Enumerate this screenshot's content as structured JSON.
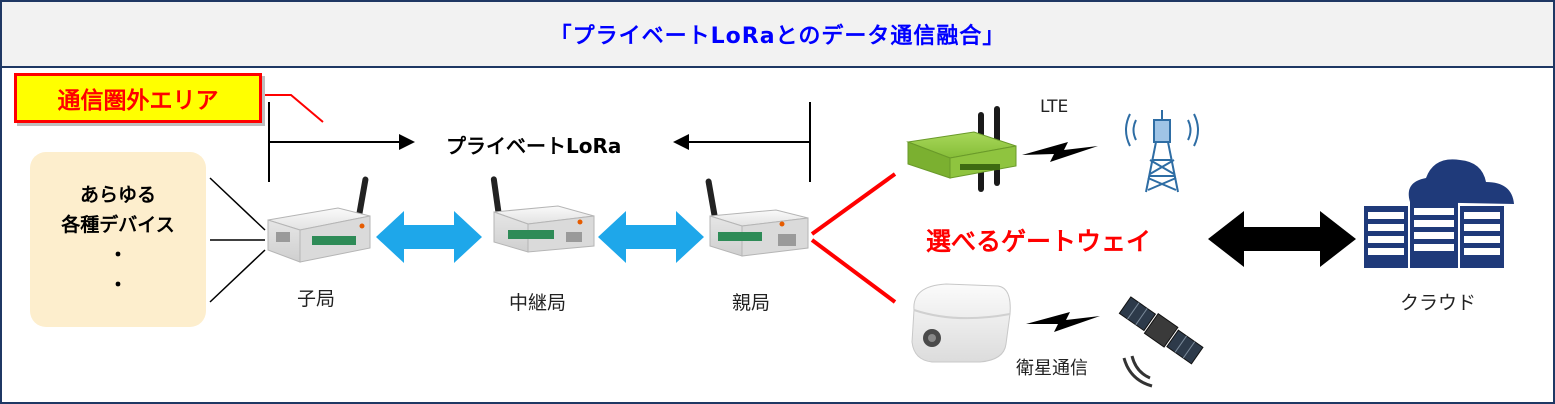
{
  "title": "「プライベートLoRaとのデータ通信融合」",
  "out_of_coverage_label": "通信圏外エリア",
  "devices_box": {
    "line1": "あらゆる",
    "line2": "各種デバイス",
    "dot1": "・",
    "dot2": "・"
  },
  "private_lora_label": "プライベートLoRa",
  "nodes": {
    "child": "子局",
    "relay": "中継局",
    "parent": "親局"
  },
  "gateway_label": "選べるゲートウェイ",
  "lte_label": "LTE",
  "satellite_label": "衛星通信",
  "cloud_label": "クラウド",
  "colors": {
    "title_text": "#0000ff",
    "frame_border": "#1f3864",
    "highlight_red": "#ff0000",
    "label_yellow": "#ffff00",
    "device_box_bg": "#fdeecd",
    "lora_arrow_blue": "#1ea7ea",
    "gateway_green": "#8dc63f",
    "cloud_navy": "#1f3a7a"
  },
  "icons": [
    "lora-node-icon",
    "lte-router-icon",
    "cell-tower-icon",
    "satellite-dish-icon",
    "satellite-icon",
    "lightning-icon",
    "cloud-server-icon"
  ]
}
